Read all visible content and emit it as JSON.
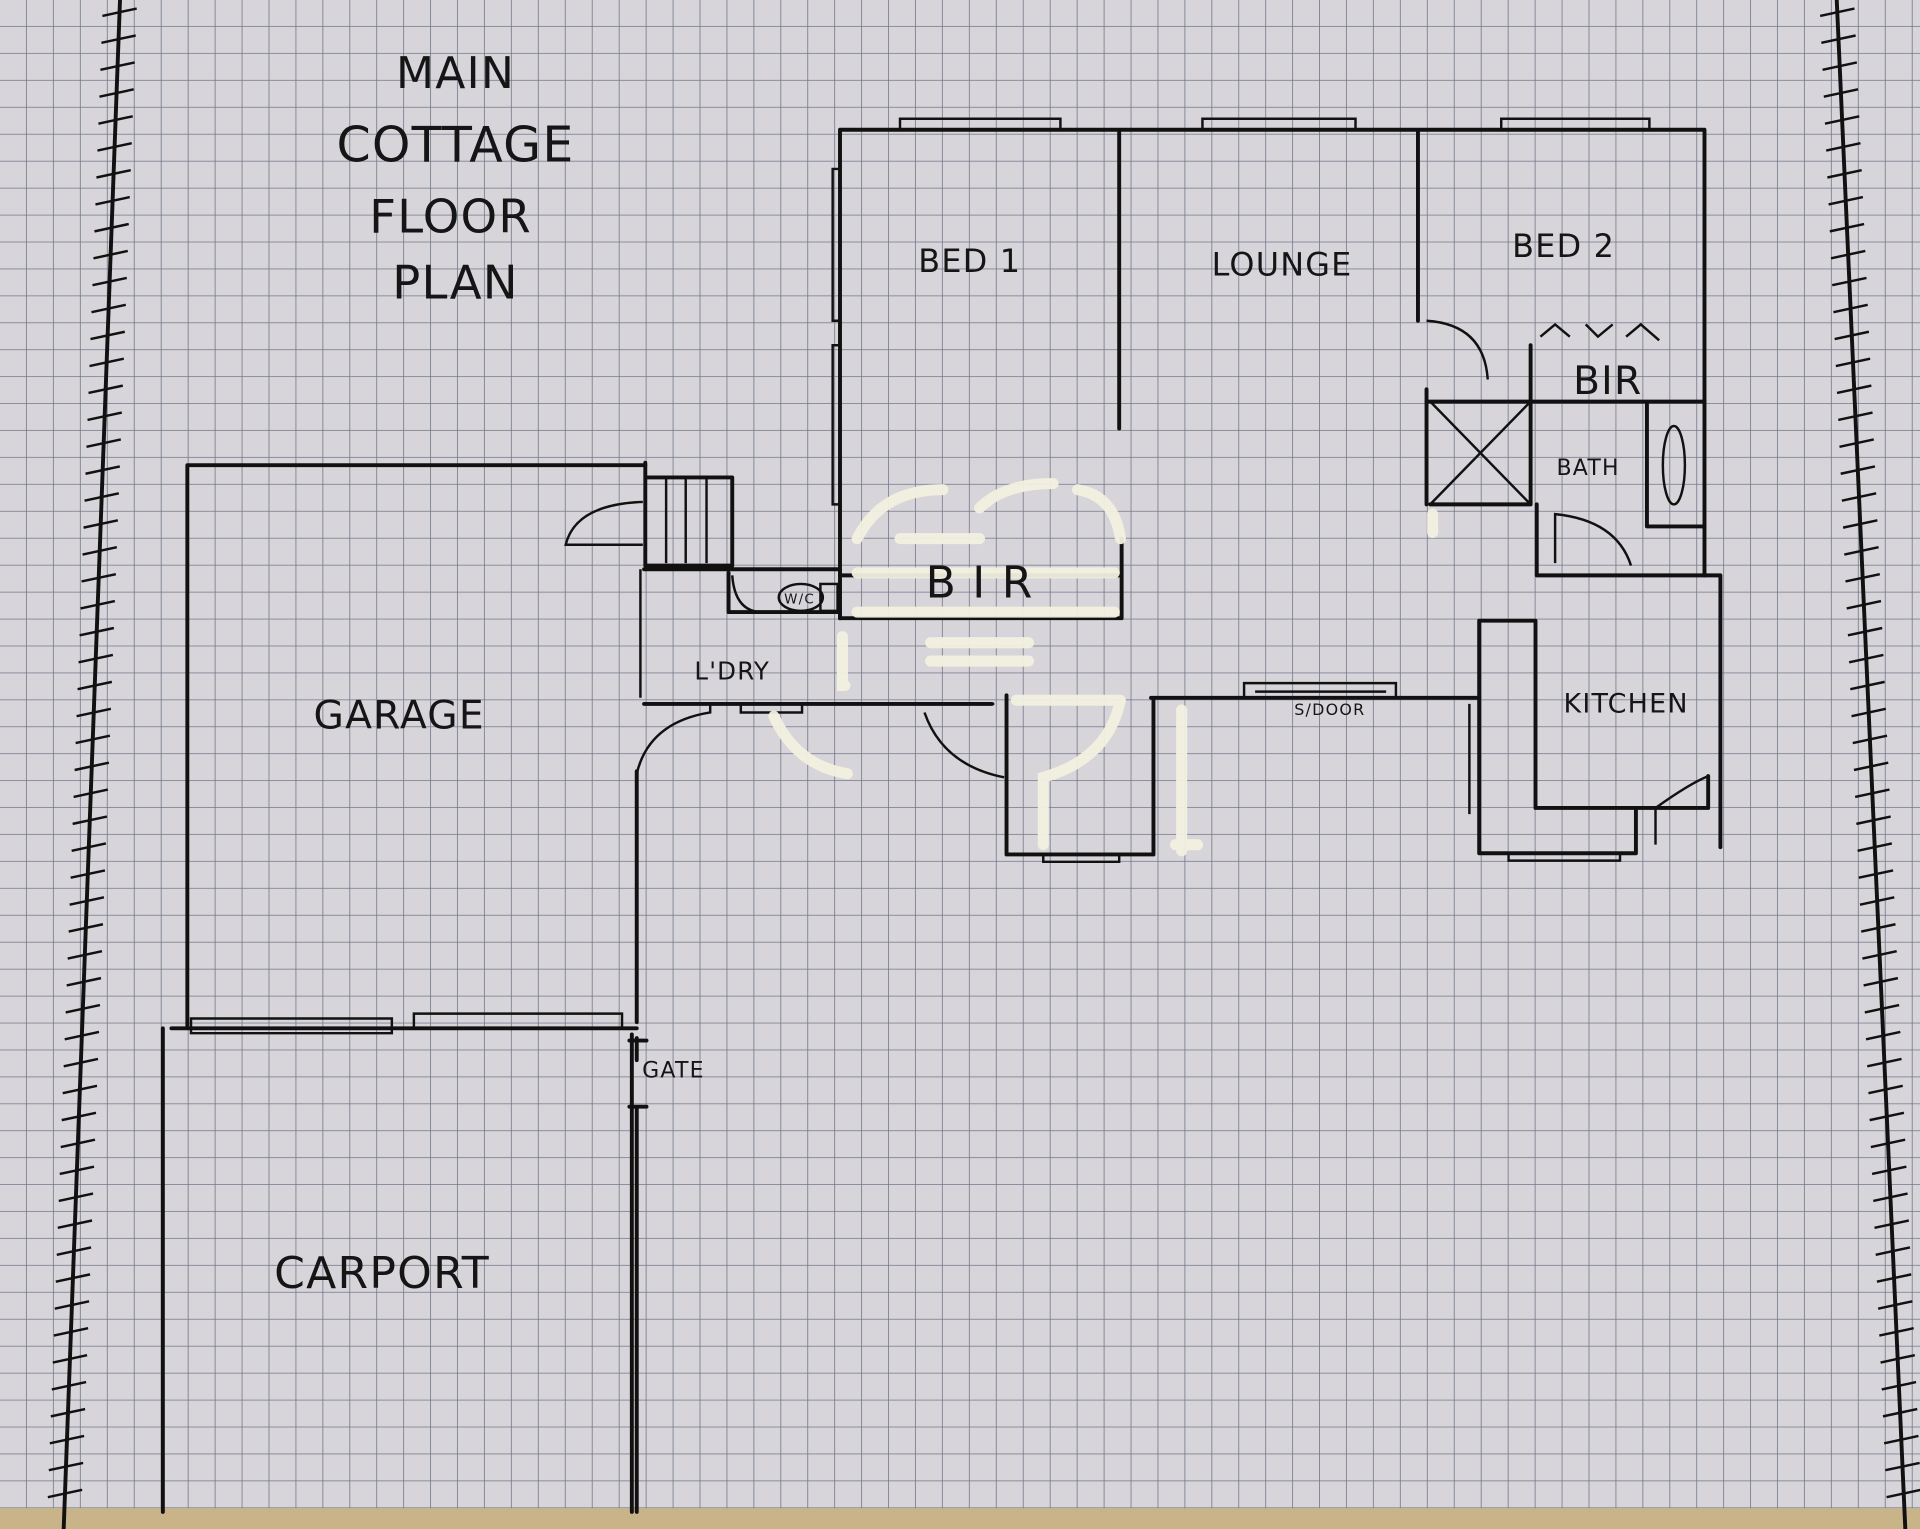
{
  "title": {
    "lines": [
      "MAIN",
      "COTTAGE",
      "FLOOR",
      "PLAN"
    ]
  },
  "rooms": {
    "bed1": "BED 1",
    "lounge": "LOUNGE",
    "bed2": "BED 2",
    "bir_bed2": "BIR",
    "bath": "BATH",
    "bir_bed1": "B I R",
    "wc": "W/C",
    "laundry": "L'DRY",
    "garage": "GARAGE",
    "sliding_door": "S/DOOR",
    "kitchen": "KITCHEN",
    "gate": "GATE",
    "carport": "CARPORT"
  },
  "colors": {
    "paper": "#d8d5da",
    "grid": "#6f7888",
    "ink": "#111111",
    "correction": "#f2f0e0"
  }
}
